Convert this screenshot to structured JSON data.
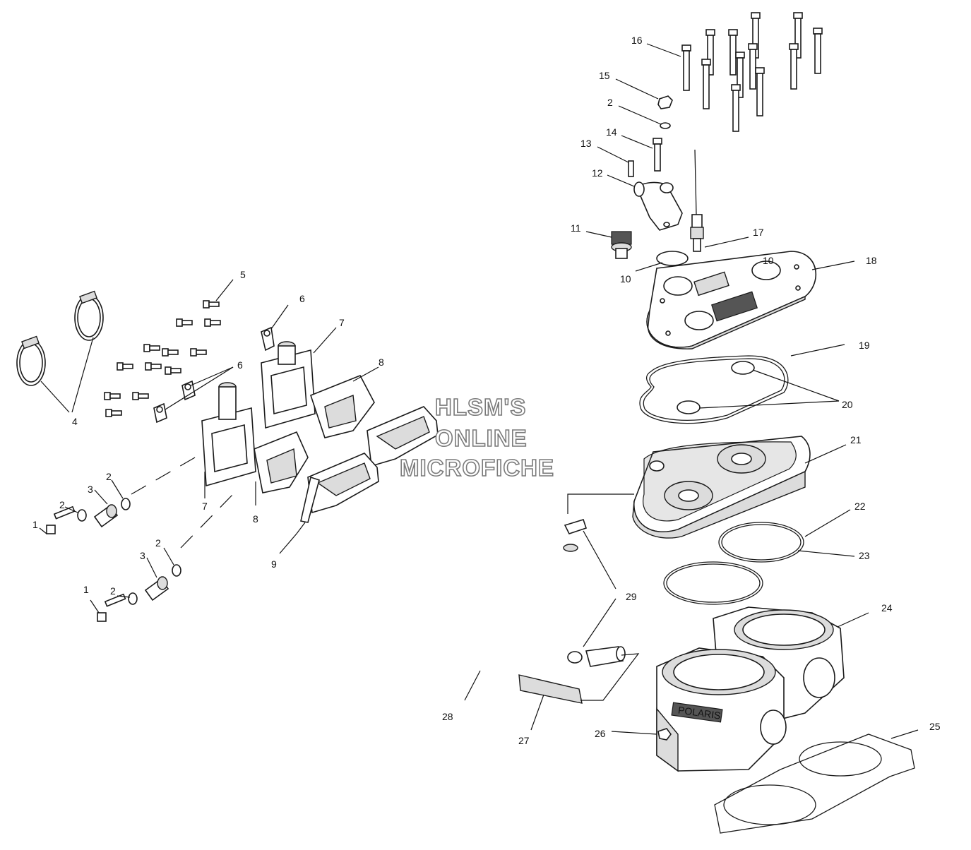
{
  "watermark": {
    "line1": "HLSM'S",
    "line2": "ONLINE",
    "line3": "MICROFICHE"
  },
  "stamp_text": "POLARIS",
  "callouts": [
    {
      "id": "c1a",
      "text": "1"
    },
    {
      "id": "c1b",
      "text": "1"
    },
    {
      "id": "c2a",
      "text": "2"
    },
    {
      "id": "c2b",
      "text": "2"
    },
    {
      "id": "c2c",
      "text": "2"
    },
    {
      "id": "c2d",
      "text": "2"
    },
    {
      "id": "c2e",
      "text": "2"
    },
    {
      "id": "c3a",
      "text": "3"
    },
    {
      "id": "c3b",
      "text": "3"
    },
    {
      "id": "c4",
      "text": "4"
    },
    {
      "id": "c5",
      "text": "5"
    },
    {
      "id": "c6a",
      "text": "6"
    },
    {
      "id": "c6b",
      "text": "6"
    },
    {
      "id": "c7a",
      "text": "7"
    },
    {
      "id": "c7b",
      "text": "7"
    },
    {
      "id": "c8a",
      "text": "8"
    },
    {
      "id": "c8b",
      "text": "8"
    },
    {
      "id": "c9",
      "text": "9"
    },
    {
      "id": "c10a",
      "text": "10"
    },
    {
      "id": "c10b",
      "text": "10"
    },
    {
      "id": "c11",
      "text": "11"
    },
    {
      "id": "c12",
      "text": "12"
    },
    {
      "id": "c13",
      "text": "13"
    },
    {
      "id": "c14",
      "text": "14"
    },
    {
      "id": "c15",
      "text": "15"
    },
    {
      "id": "c16",
      "text": "16"
    },
    {
      "id": "c17",
      "text": "17"
    },
    {
      "id": "c18",
      "text": "18"
    },
    {
      "id": "c19",
      "text": "19"
    },
    {
      "id": "c20",
      "text": "20"
    },
    {
      "id": "c21",
      "text": "21"
    },
    {
      "id": "c22",
      "text": "22"
    },
    {
      "id": "c23",
      "text": "23"
    },
    {
      "id": "c24",
      "text": "24"
    },
    {
      "id": "c25",
      "text": "25"
    },
    {
      "id": "c26",
      "text": "26"
    },
    {
      "id": "c27",
      "text": "27"
    },
    {
      "id": "c28",
      "text": "28"
    },
    {
      "id": "c29",
      "text": "29"
    }
  ]
}
